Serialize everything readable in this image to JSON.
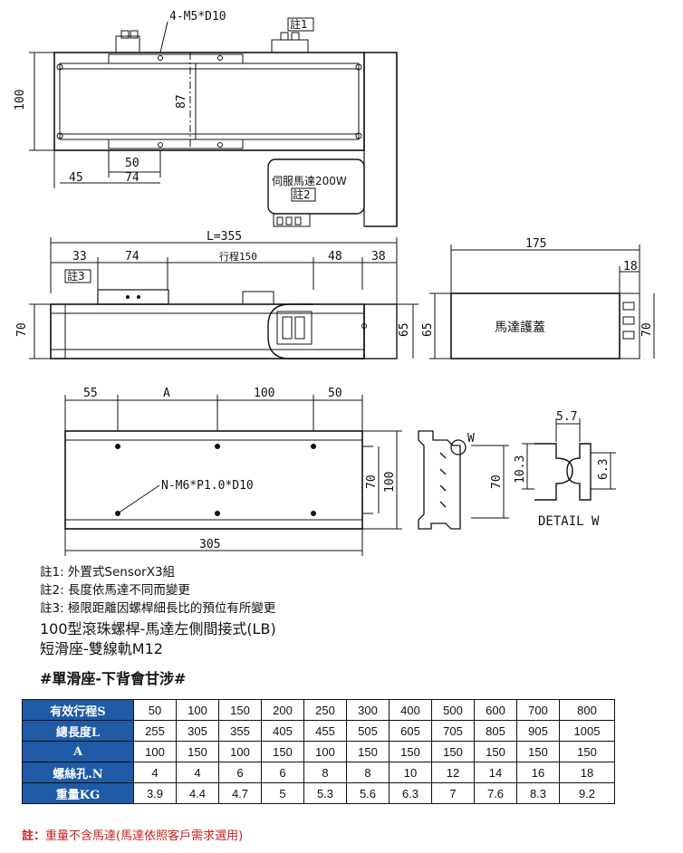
{
  "drawing": {
    "top_view": {
      "mounting_holes": "4-M5*D10",
      "note1_tag": "註1",
      "note2_tag": "註2",
      "motor_label": "伺服馬達200W",
      "dim_height": "100",
      "dim_inner": "87",
      "dim_50": "50",
      "dim_74": "74",
      "dim_45": "45"
    },
    "side_view": {
      "dim_length": "L=355",
      "dim_33": "33",
      "dim_74": "74",
      "dim_stroke": "行程150",
      "dim_48": "48",
      "dim_38": "38",
      "note3_tag": "註3",
      "dim_70": "70",
      "dim_65": "65"
    },
    "end_view": {
      "dim_175": "175",
      "dim_18": "18",
      "dim_65": "65",
      "dim_70": "70",
      "cover_label": "馬達護蓋"
    },
    "bottom_view": {
      "dim_55": "55",
      "dim_a": "A",
      "dim_100": "100",
      "dim_50": "50",
      "holes": "N-M6*P1.0*D10",
      "dim_70": "70",
      "dim_100_v": "100",
      "dim_305": "305"
    },
    "profile_view": {
      "w_tag": "W",
      "dim_70": "70"
    },
    "detail_view": {
      "dim_5_7": "5.7",
      "dim_10_3": "10.3",
      "dim_6_3": "6.3",
      "label": "DETAIL W"
    }
  },
  "notes": [
    "註1: 外置式SensorX3組",
    "註2: 長度依馬達不同而變更",
    "註3: 極限距離因螺桿細長比的預位有所變更"
  ],
  "titles": {
    "line1": "100型滾珠螺桿-馬達左側間接式(LB)",
    "line2": "短滑座-雙線軌M12",
    "subtitle": "#單滑座-下背會甘涉#"
  },
  "table": {
    "rows": [
      {
        "label": "有效行程S",
        "values": [
          "50",
          "100",
          "150",
          "200",
          "250",
          "300",
          "400",
          "500",
          "600",
          "700",
          "800"
        ]
      },
      {
        "label": "總長度L",
        "values": [
          "255",
          "305",
          "355",
          "405",
          "455",
          "505",
          "605",
          "705",
          "805",
          "905",
          "1005"
        ]
      },
      {
        "label": "A",
        "values": [
          "100",
          "150",
          "100",
          "150",
          "100",
          "150",
          "150",
          "150",
          "150",
          "150",
          "150"
        ]
      },
      {
        "label": "螺絲孔.N",
        "values": [
          "4",
          "4",
          "6",
          "6",
          "8",
          "8",
          "10",
          "12",
          "14",
          "16",
          "18"
        ]
      },
      {
        "label": "重量KG",
        "values": [
          "3.9",
          "4.4",
          "4.7",
          "5",
          "5.3",
          "5.6",
          "6.3",
          "7",
          "7.6",
          "8.3",
          "9.2"
        ]
      }
    ],
    "header_color": "#1f5ba7"
  },
  "footer": {
    "prefix": "註：",
    "text": "重量不含馬達(馬達依照客戶需求選用)",
    "color": "#c8201f"
  }
}
